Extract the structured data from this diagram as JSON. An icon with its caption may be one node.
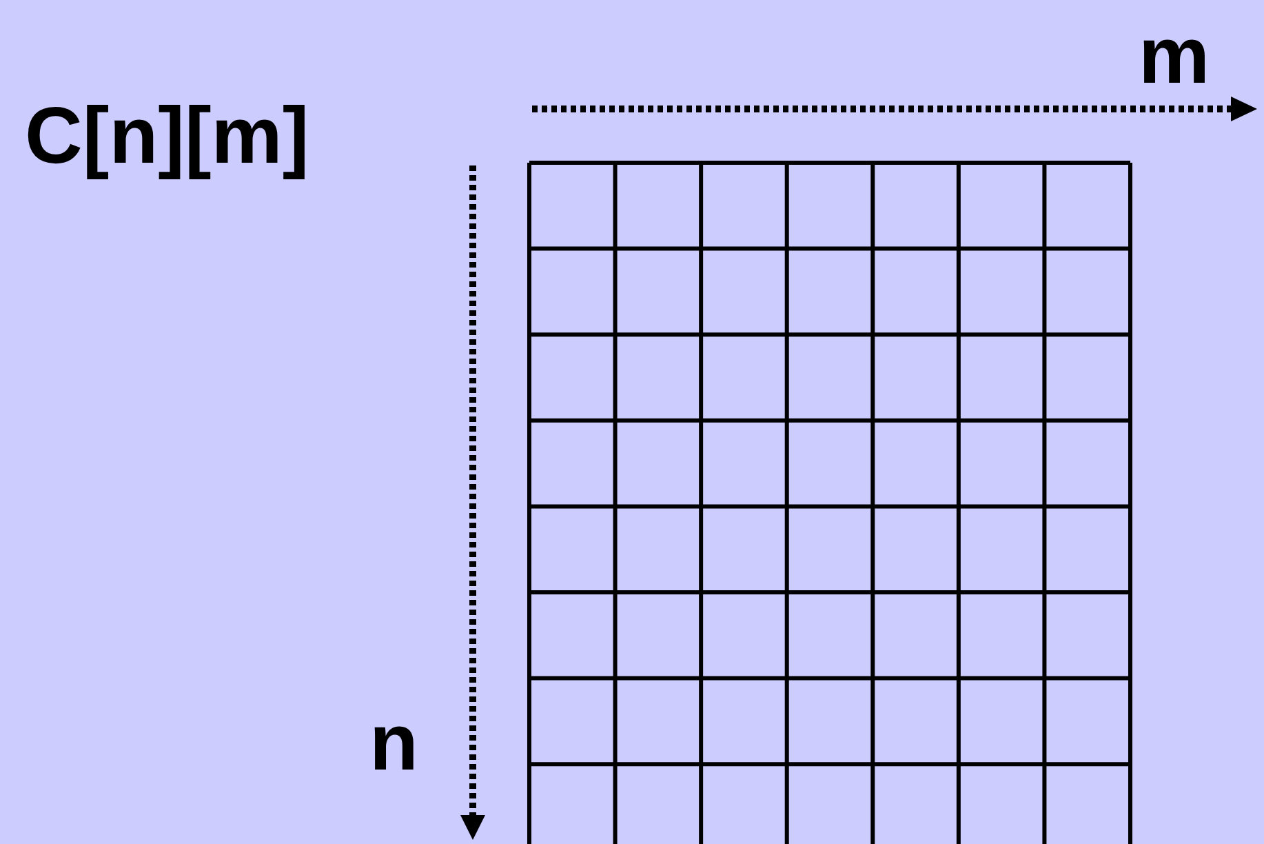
{
  "diagram": {
    "title": "C[n][m]",
    "labels": [
      "m",
      "n"
    ]
  }
}
